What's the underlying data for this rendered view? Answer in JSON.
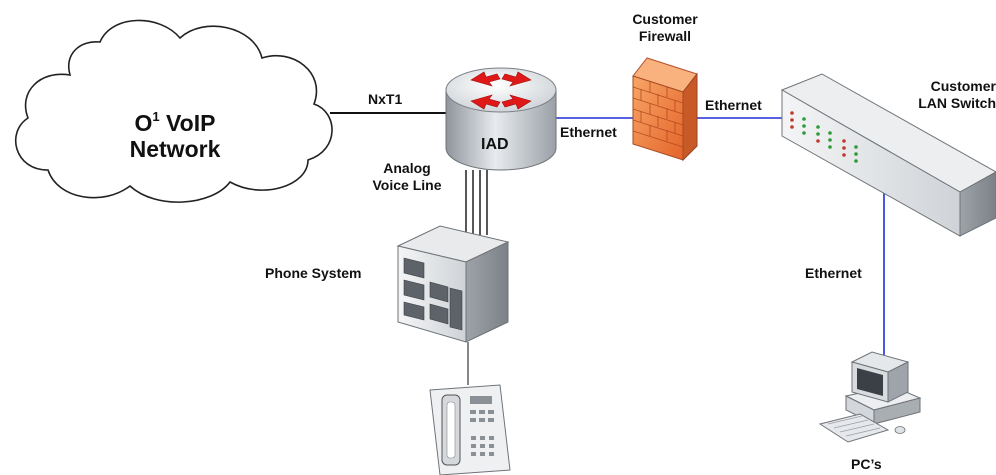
{
  "cloud": {
    "label_prefix": "O",
    "label_sup": "1",
    "label_rest": " VoIP",
    "label_line2": "Network"
  },
  "links": {
    "nxt1": "NxT1",
    "ethernet_iad_firewall": "Ethernet",
    "ethernet_firewall_switch": "Ethernet",
    "ethernet_switch_pc": "Ethernet",
    "analog_line1": "Analog",
    "analog_line2": "Voice Line"
  },
  "devices": {
    "iad": "IAD",
    "firewall_line1": "Customer",
    "firewall_line2": "Firewall",
    "switch_line1": "Customer",
    "switch_line2": "LAN Switch",
    "phone_system": "Phone System",
    "pcs": "PC’s"
  },
  "colors": {
    "ethernet_link": "#1e2fd6",
    "router_arrows": "#e11818",
    "firewall": "#f07a3a",
    "nxt1_link": "#111111"
  }
}
